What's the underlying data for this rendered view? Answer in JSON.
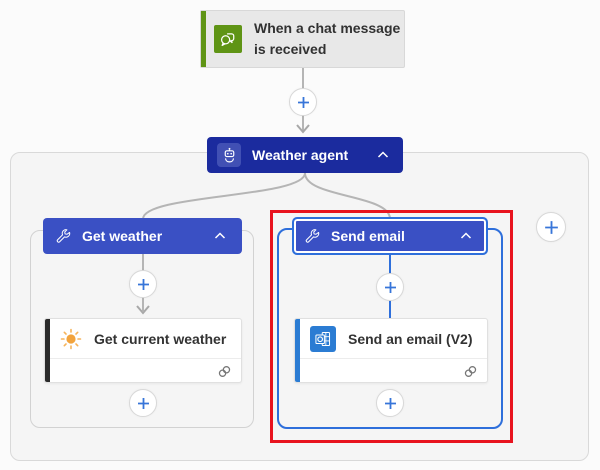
{
  "app": {
    "name": "Flow designer canvas"
  },
  "colors": {
    "agent_header_navy": "#1b2b9e",
    "branch_header_blue": "#3a50c4",
    "selection_blue": "#2e6fdb",
    "highlight_red": "#e8131f",
    "trigger_green": "#5f9415",
    "sun_orange": "#f2a33c",
    "outlook_blue": "#2b7cd3",
    "connector_gray": "#b5b5b5",
    "plus_blue": "#3775d9",
    "card_background": "#ffffff",
    "trigger_background": "#e8e8e8"
  },
  "trigger": {
    "label": "When a chat message is received",
    "icon": "chat-bubbles-icon"
  },
  "agent": {
    "label": "Weather agent",
    "icon": "bot-icon",
    "collapse_icon": "chevron-up-icon"
  },
  "branches": [
    {
      "header": {
        "label": "Get weather",
        "icon": "wrench-icon",
        "collapse_icon": "chevron-up-icon"
      },
      "action": {
        "label": "Get current weather",
        "icon": "sun-icon",
        "connection_icon": "link-icon"
      },
      "selected": false
    },
    {
      "header": {
        "label": "Send email",
        "icon": "wrench-icon",
        "collapse_icon": "chevron-up-icon"
      },
      "action": {
        "label": "Send an email (V2)",
        "icon": "outlook-icon",
        "connection_icon": "link-icon"
      },
      "selected": true
    }
  ],
  "insert_button": {
    "symbol": "+",
    "icon": "plus-icon"
  }
}
